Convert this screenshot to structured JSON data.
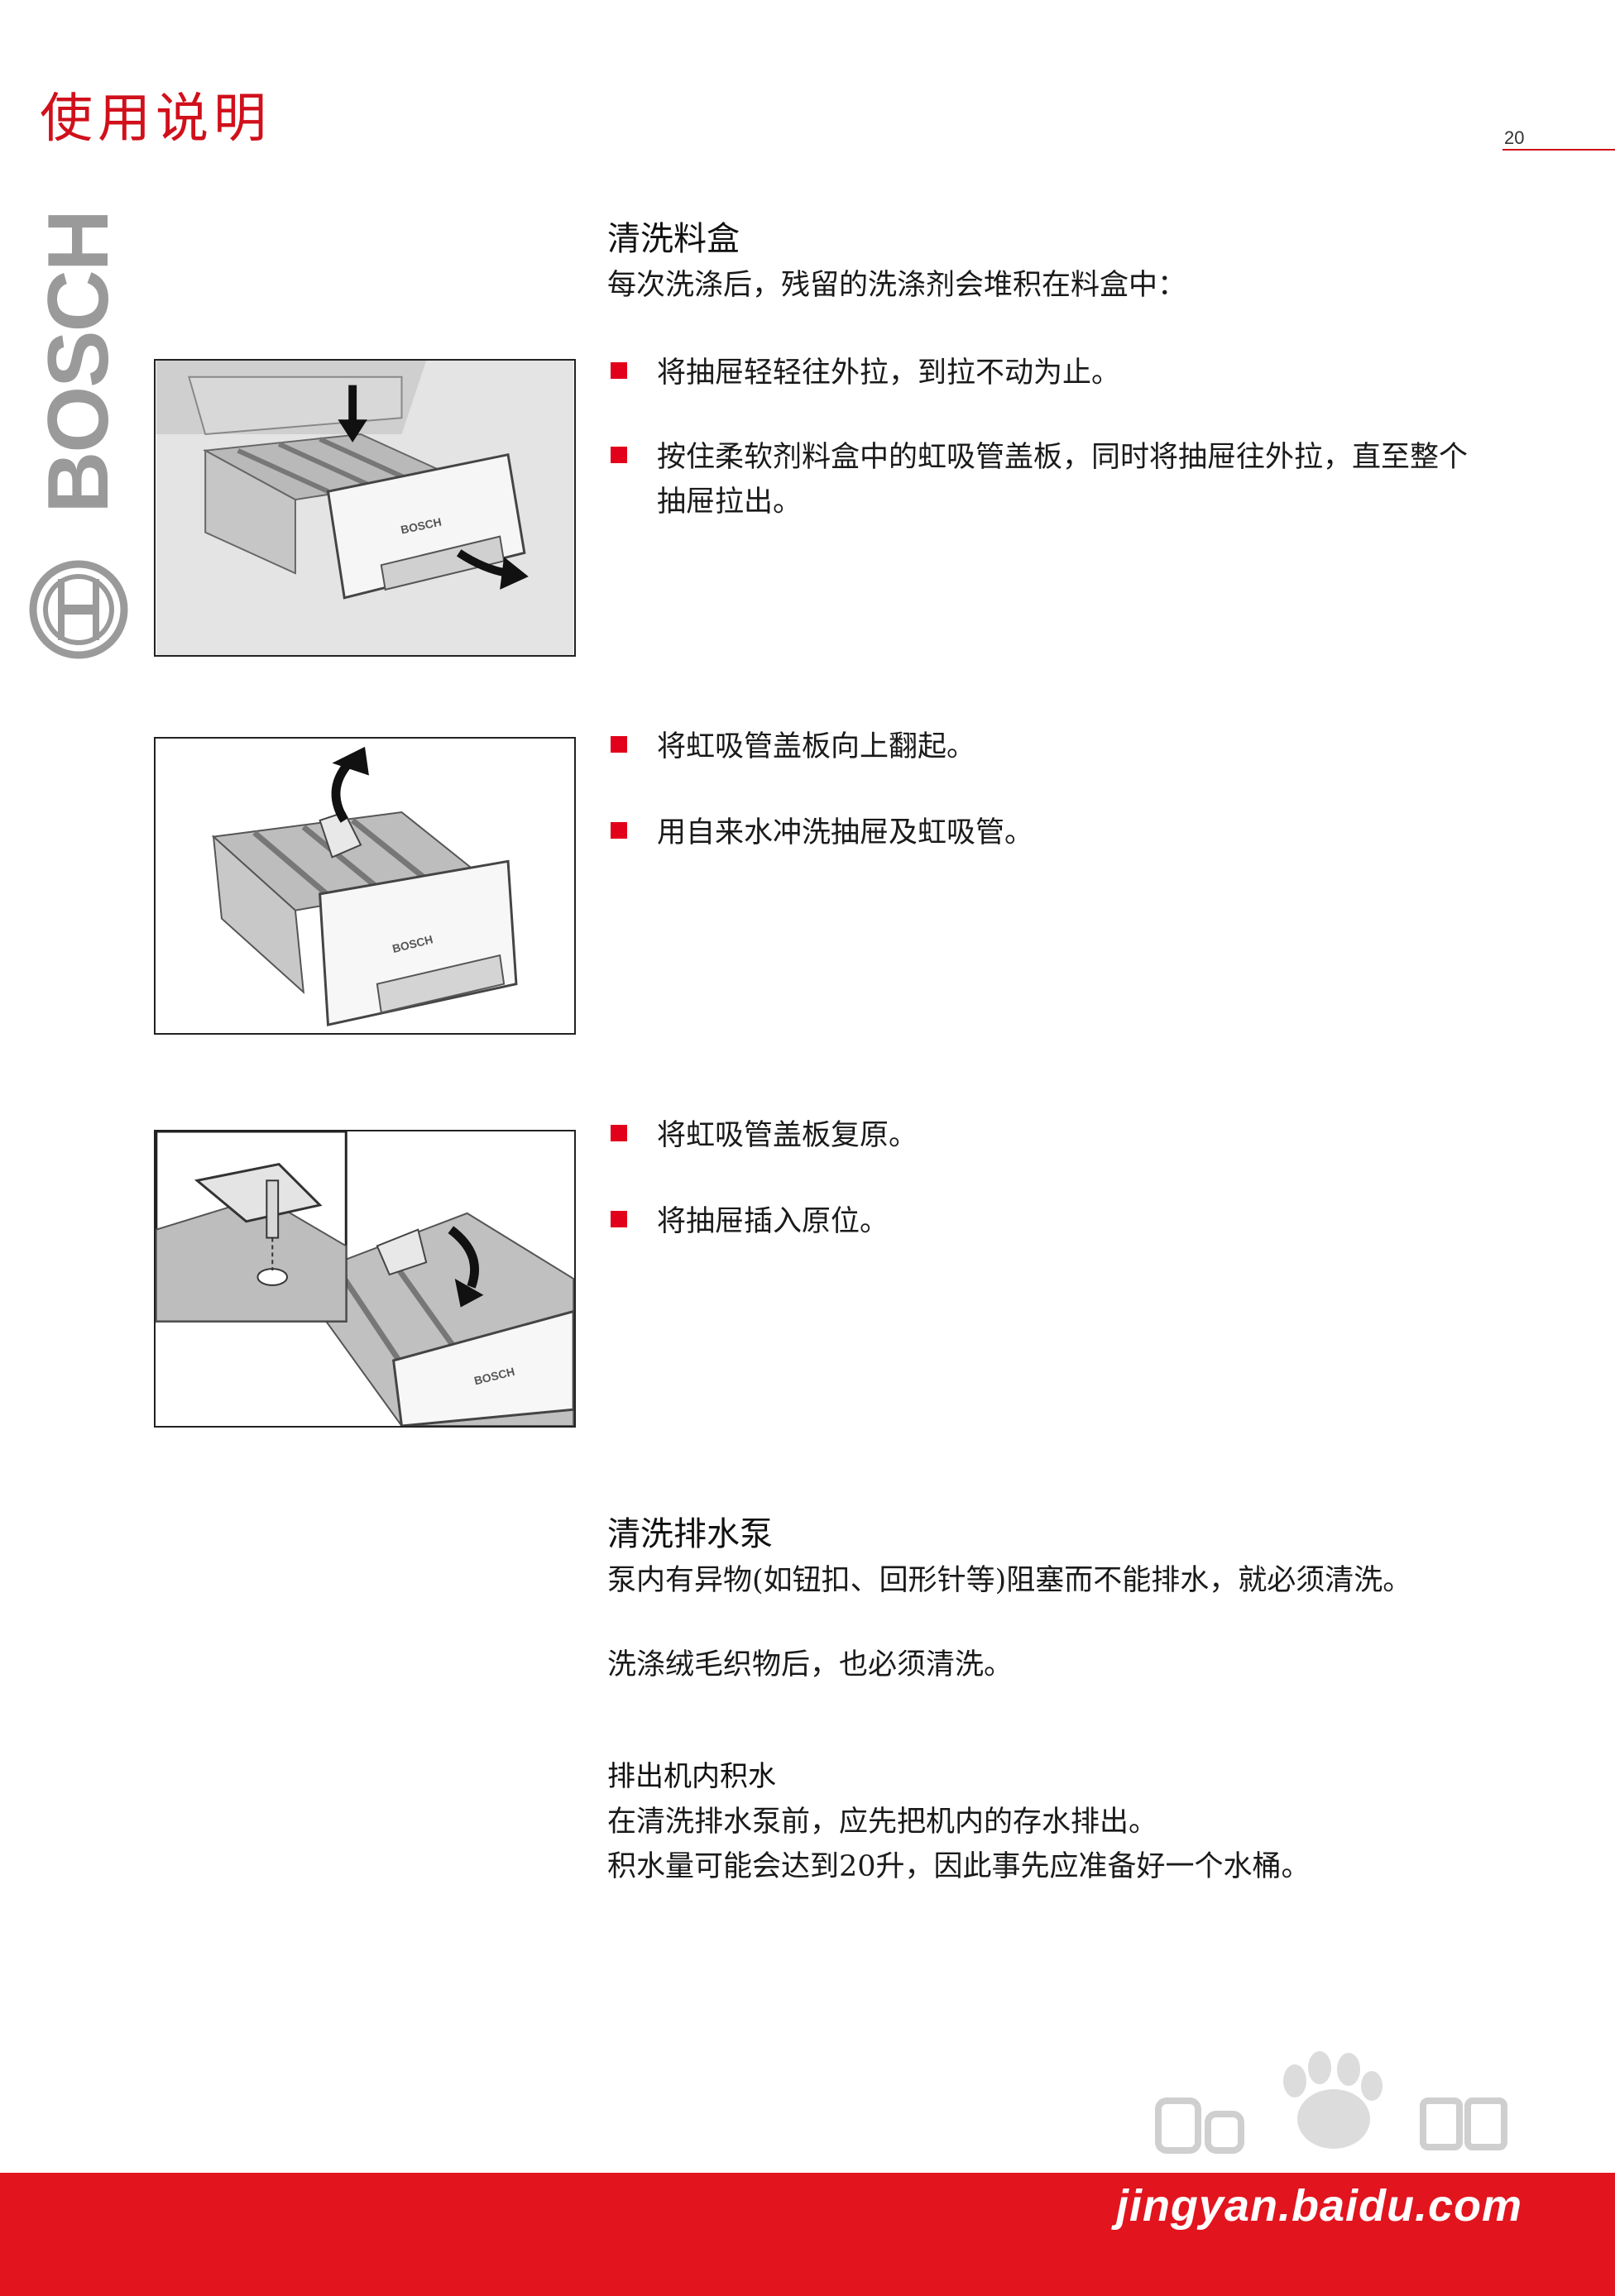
{
  "header": {
    "title": "使用说明",
    "page_number": "20",
    "accent_color": "#d0101b"
  },
  "brand": {
    "wordmark": "BOSCH",
    "logo_icon": "bosch-armature-logo-icon"
  },
  "section1": {
    "title": "清洗料盒",
    "intro": "每次洗涤后，残留的洗涤剂会堆积在料盒中：",
    "step_group_1": [
      "将抽屉轻轻往外拉，到拉不动为止。",
      "按住柔软剂料盒中的虹吸管盖板，同时将抽屉往外拉，直至整个抽屉拉出。"
    ],
    "step_group_2": [
      "将虹吸管盖板向上翻起。",
      "用自来水冲洗抽屉及虹吸管。"
    ],
    "step_group_3": [
      "将虹吸管盖板复原。",
      "将抽屉插入原位。"
    ]
  },
  "figures": {
    "drawer_label": "BOSCH"
  },
  "section2": {
    "title": "清洗排水泵",
    "para1": "泵内有异物(如钮扣、回形针等)阻塞而不能排水，就必须清洗。",
    "para2": "洗涤绒毛织物后，也必须清洗。",
    "subheading": "排出机内积水",
    "para3_line1": "在清洗排水泵前，应先把机内的存水排出。",
    "para3_line2": "积水量可能会达到20升，因此事先应准备好一个水桶。"
  },
  "footer": {
    "url": "jingyan.baidu.com",
    "band_color": "#e2141e",
    "watermark_icon": "baidu-jingyan-paw-icon"
  }
}
